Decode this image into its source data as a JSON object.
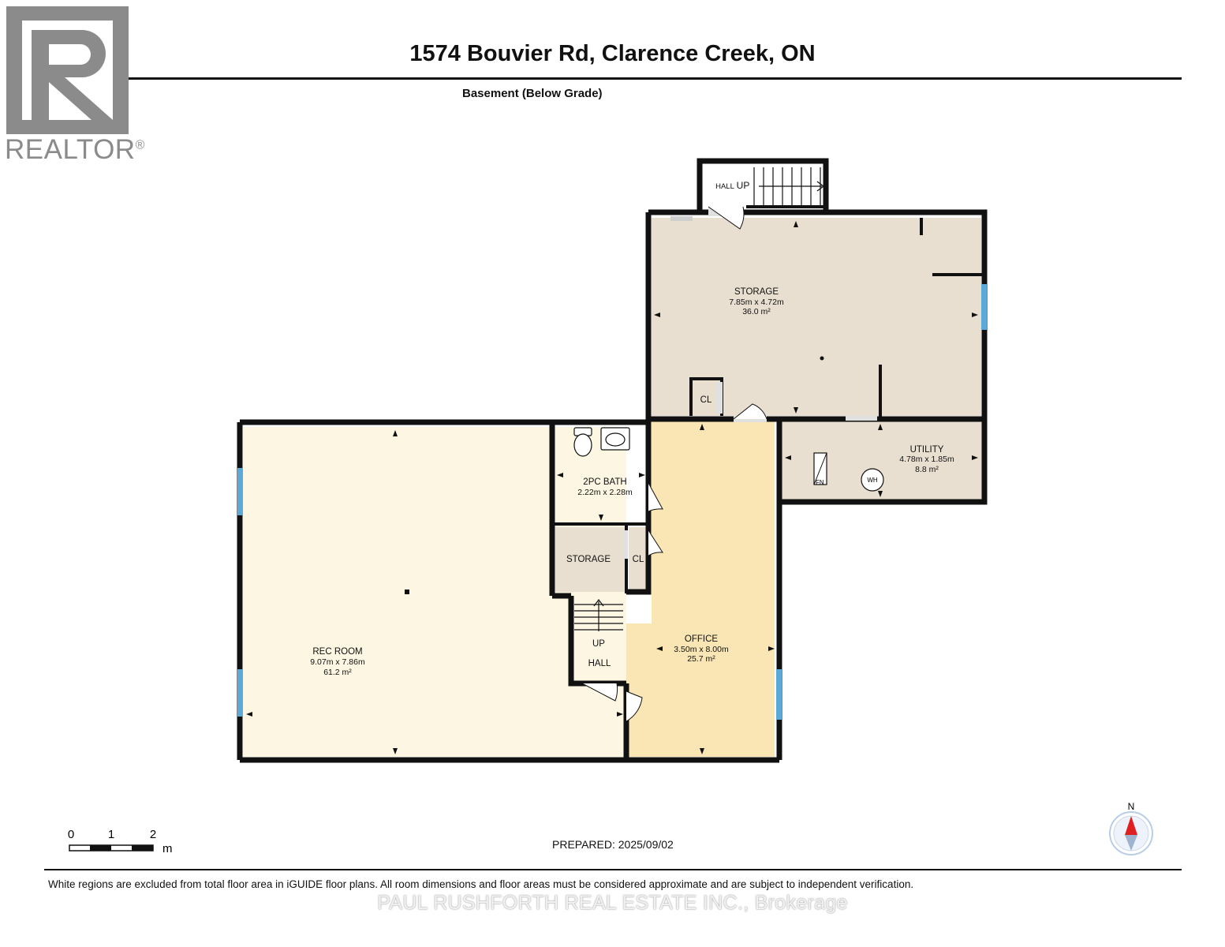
{
  "header": {
    "title": "1574 Bouvier Rd, Clarence Creek, ON",
    "subtitle": "Basement (Below Grade)"
  },
  "branding": {
    "realtor_text": "REALTOR",
    "realtor_mark": "®",
    "brokerage_watermark": "PAUL RUSHFORTH REAL ESTATE INC., Brokerage"
  },
  "rooms": {
    "storage_main": {
      "name": "STORAGE",
      "dims": "7.85m x 4.72m",
      "area": "36.0 m²"
    },
    "utility": {
      "name": "UTILITY",
      "dims": "4.78m x 1.85m",
      "area": "8.8 m²"
    },
    "bath": {
      "name": "2PC BATH",
      "dims": "2.22m x 2.28m"
    },
    "storage_small": {
      "name": "STORAGE"
    },
    "closet_lower": {
      "name": "CL"
    },
    "closet_upper": {
      "name": "CL"
    },
    "office": {
      "name": "OFFICE",
      "dims": "3.50m x 8.00m",
      "area": "25.7 m²"
    },
    "rec_room": {
      "name": "REC ROOM",
      "dims": "9.07m x 7.86m",
      "area": "61.2 m²"
    },
    "hall_top": {
      "name": "HALL",
      "stair": "UP"
    },
    "hall_lower": {
      "name": "HALL",
      "stair": "UP"
    }
  },
  "fixtures": {
    "furnace": "FN",
    "water_heater": "WH"
  },
  "scale": {
    "ticks": [
      "0",
      "1",
      "2"
    ],
    "unit": "m"
  },
  "compass": {
    "label": "N"
  },
  "footer": {
    "prepared": "PREPARED: 2025/09/02",
    "disclaimer": "White regions are excluded from total floor area in iGUIDE floor plans. All room dimensions and floor areas must be considered approximate and are subject to independent verification."
  },
  "colors": {
    "wall": "#111111",
    "storage_fill": "#e8dfd0",
    "rec_fill": "#fcf6e3",
    "office_fill": "#f9e6b4",
    "window": "#5aa9d6",
    "realtor_grey": "#8b8b8b",
    "compass_red": "#e02020"
  }
}
